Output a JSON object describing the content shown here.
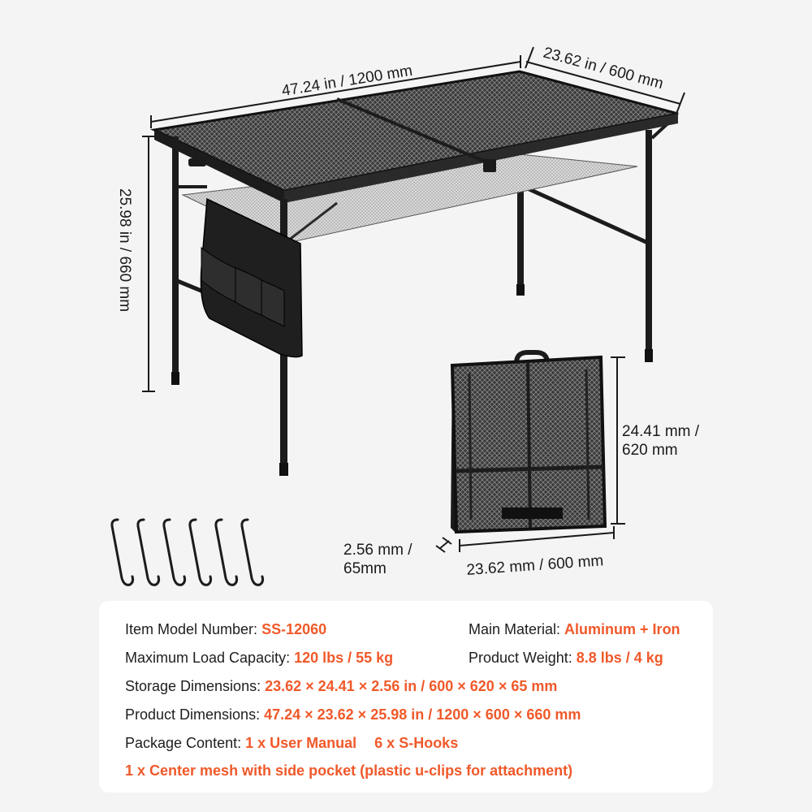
{
  "dimensions": {
    "table_length": "47.24 in / 1200 mm",
    "table_width": "23.62 in / 600 mm",
    "table_height": "25.98 in / 660 mm",
    "folded_height_line1": "24.41 mm /",
    "folded_height_line2": "620 mm",
    "folded_thickness_line1": "2.56 mm /",
    "folded_thickness_line2": "65mm",
    "folded_width": "23.62 mm / 600 mm"
  },
  "specs": {
    "model": {
      "label": "Item Model Number: ",
      "value": "SS-12060"
    },
    "material": {
      "label": "Main Material: ",
      "value": "Aluminum + Iron"
    },
    "load": {
      "label": "Maximum Load Capacity: ",
      "value": "120 lbs / 55 kg"
    },
    "weight": {
      "label": "Product Weight: ",
      "value": "8.8 lbs / 4 kg"
    },
    "storage": {
      "label": "Storage Dimensions: ",
      "value": "23.62 × 24.41 × 2.56 in / 600 × 620 × 65 mm"
    },
    "product": {
      "label": "Product Dimensions: ",
      "value": "47.24 × 23.62 × 25.98 in / 1200 × 600 × 660 mm"
    },
    "package": {
      "label": "Package Content: ",
      "value1": "1 x User Manual",
      "value2": "6 x S-Hooks"
    },
    "package_extra": "1 x Center mesh with side pocket (plastic u-clips for attachment)"
  },
  "colors": {
    "accent": "#f0592a",
    "background": "#f4f4f4",
    "card": "#ffffff",
    "frame": "#1c1c1c"
  }
}
